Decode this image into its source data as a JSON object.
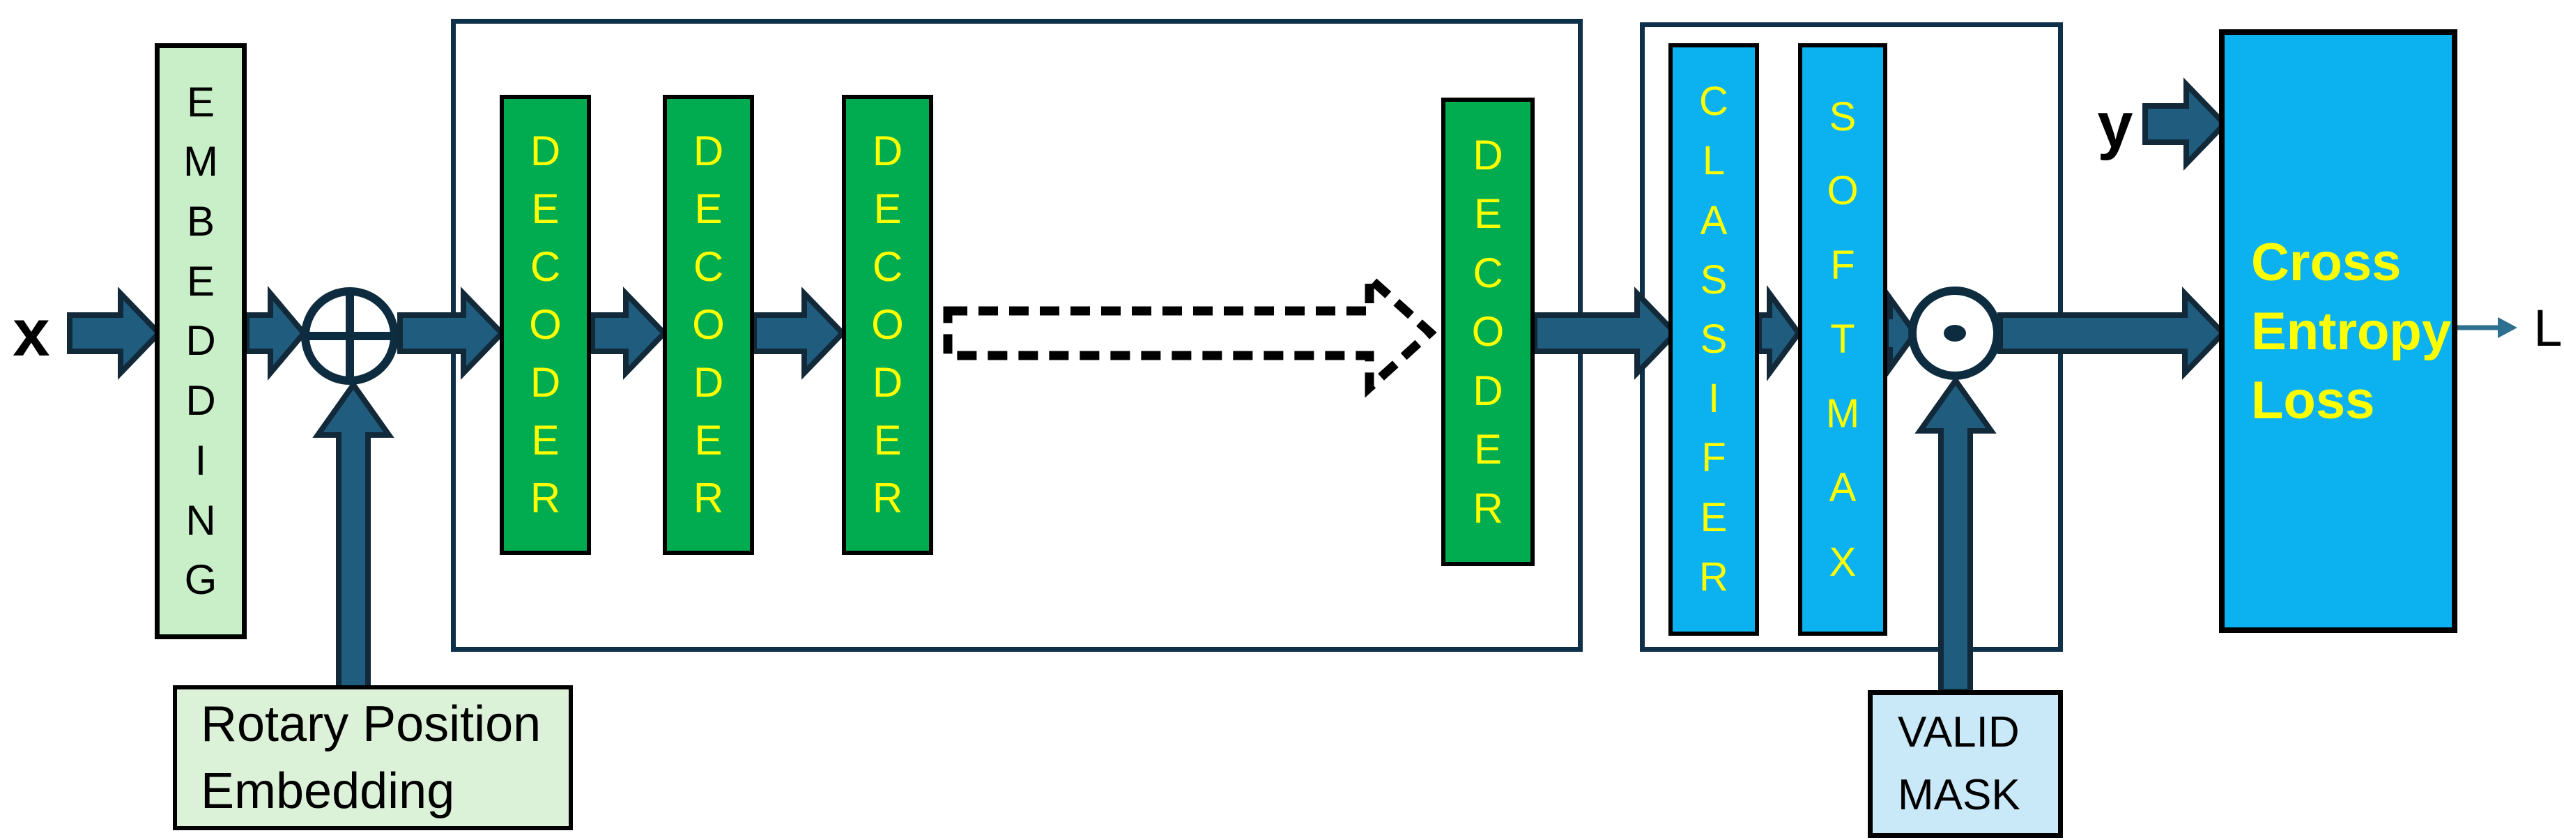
{
  "labels": {
    "input": "x",
    "target": "y",
    "loss_output": "L"
  },
  "blocks": {
    "embedding": {
      "label": "EMBEDDING"
    },
    "decoders": {
      "label": "DECODER",
      "count": 4
    },
    "classifier": {
      "label": "CLASSIFER"
    },
    "softmax": {
      "label": "SOFTMAX"
    },
    "rotary": {
      "line1": "Rotary Position",
      "line2": "Embedding"
    },
    "valid_mask": {
      "line1": "VALID",
      "line2": "MASK"
    },
    "cross_entropy": {
      "line1": "Cross",
      "line2": "Entropy",
      "line3": "Loss"
    }
  },
  "operators": {
    "sum": "circled-plus",
    "elementwise_product": "circled-dot"
  },
  "flow": {
    "repeat_hint": "dashed-arrow-ellipsis-between-decoder-3-and-final-decoder"
  },
  "colors": {
    "arrow_fill": "#1f5c7e",
    "arrow_outline": "#12293a",
    "operator_stroke": "#0d2c3f",
    "rect_border": "#0f3049",
    "green_box": "#00ac4f",
    "light_green": "#c8efc8",
    "pale_green": "#dcf2d8",
    "blue_box": "#0cb2ef",
    "pale_blue": "#c9e8f8",
    "yellow_text": "#ffff00",
    "black_text": "#000000",
    "thin_arrow": "#2d6f8e",
    "dashed_arrow": "#000000"
  }
}
